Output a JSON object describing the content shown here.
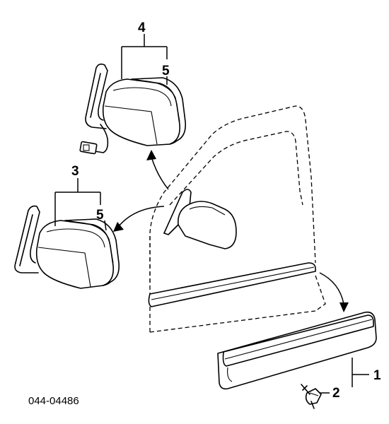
{
  "callouts": {
    "part1": "1",
    "part2": "2",
    "part3": "3",
    "part4": "4",
    "part5_upper": "5",
    "part5_lower": "5"
  },
  "diagram_code": "044-04486"
}
